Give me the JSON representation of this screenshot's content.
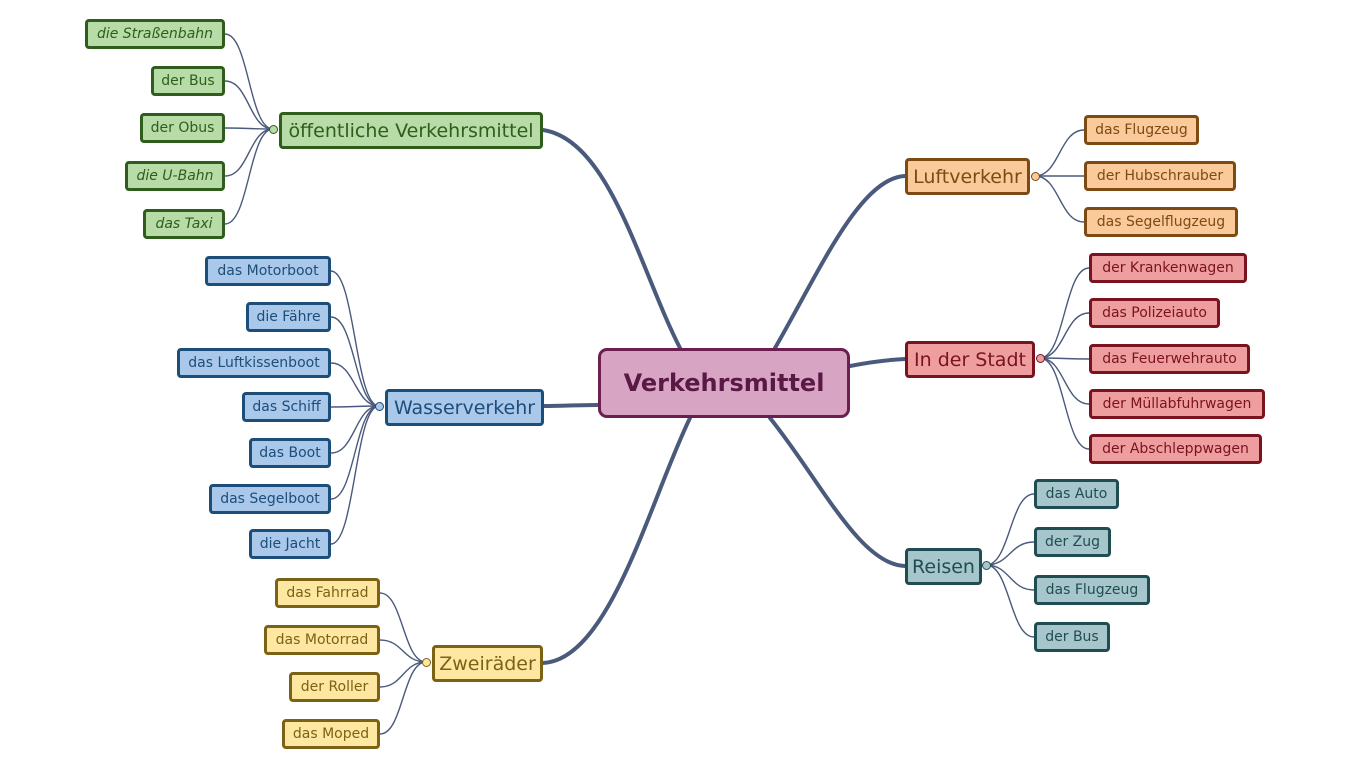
{
  "root": {
    "label": "Verkehrsmittel",
    "color": "#d8a4c4"
  },
  "branches": [
    {
      "id": "oeffentlich",
      "label": "öffentliche Verkehrsmittel",
      "color": "#b7dca7",
      "leaves": [
        "die Straßenbahn",
        "der Bus",
        "der Obus",
        "die U-Bahn",
        "das Taxi"
      ]
    },
    {
      "id": "wasser",
      "label": "Wasserverkehr",
      "color": "#a9c8ea",
      "leaves": [
        "das Motorboot",
        "die Fähre",
        "das Luftkissenboot",
        "das Schiff",
        "das Boot",
        "das Segelboot",
        "die Jacht"
      ]
    },
    {
      "id": "zweiraeder",
      "label": "Zweiräder",
      "color": "#fde7a1",
      "leaves": [
        "das Fahrrad",
        "das Motorrad",
        "der Roller",
        "das Moped"
      ]
    },
    {
      "id": "luft",
      "label": "Luftverkehr",
      "color": "#fbca9b",
      "leaves": [
        "das Flugzeug",
        "der Hubschrauber",
        "das Segelflugzeug"
      ]
    },
    {
      "id": "stadt",
      "label": "In der Stadt",
      "color": "#ee9e9e",
      "leaves": [
        "der Krankenwagen",
        "das Polizeiauto",
        "das Feuerwehrauto",
        "der Müllabfuhrwagen",
        "der Abschleppwagen"
      ]
    },
    {
      "id": "reisen",
      "label": "Reisen",
      "color": "#a6c6cb",
      "leaves": [
        "das Auto",
        "der Zug",
        "das Flugzeug",
        "der Bus"
      ]
    }
  ],
  "link_color": "#4a5a7c"
}
